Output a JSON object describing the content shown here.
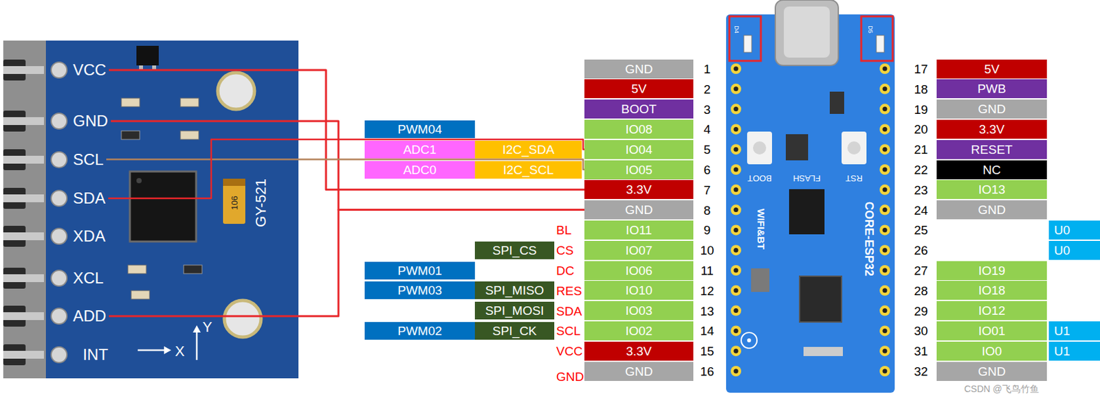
{
  "diagram": {
    "nodes": [
      {
        "text": [
          "VCC"
        ]
      },
      {
        "text": [
          "GND"
        ]
      },
      {
        "text": [
          "SCL"
        ]
      },
      {
        "text": [
          "SDA"
        ]
      },
      {
        "text": [
          "XDA"
        ]
      },
      {
        "text": [
          "XCL"
        ]
      },
      {
        "text": [
          "ADD"
        ]
      },
      {
        "text": [
          "INT"
        ]
      },
      {
        "text": [
          "PWM04"
        ]
      },
      {
        "text": [
          "ADC1"
        ]
      },
      {
        "text": [
          "I2C_SDA"
        ]
      },
      {
        "text": [
          "ADC0"
        ]
      },
      {
        "text": [
          "I2C_SCL"
        ]
      },
      {
        "text": [
          "SPI_CS"
        ]
      },
      {
        "text": [
          "PWM01"
        ]
      },
      {
        "text": [
          "PWM03"
        ]
      },
      {
        "text": [
          "SPI_MISO"
        ]
      },
      {
        "text": [
          "SPI_MOSI"
        ]
      },
      {
        "text": [
          "PWM02"
        ]
      },
      {
        "text": [
          "SPI_CK"
        ]
      },
      {
        "text": [
          "GND"
        ]
      },
      {
        "text": [
          "5V"
        ]
      },
      {
        "text": [
          "BOOT"
        ]
      },
      {
        "text": [
          "IO08"
        ]
      },
      {
        "text": [
          "IO04"
        ]
      },
      {
        "text": [
          "IO05"
        ]
      },
      {
        "text": [
          "3.3V"
        ]
      },
      {
        "text": [
          "GND"
        ]
      },
      {
        "text": [
          "IO11"
        ]
      },
      {
        "text": [
          "IO07"
        ]
      },
      {
        "text": [
          "IO06"
        ]
      },
      {
        "text": [
          "IO10"
        ]
      },
      {
        "text": [
          "IO03"
        ]
      },
      {
        "text": [
          "IO02"
        ]
      },
      {
        "text": [
          "3.3V"
        ]
      },
      {
        "text": [
          "GND"
        ]
      },
      {
        "text": [
          "5V"
        ]
      },
      {
        "text": [
          "PWB"
        ]
      },
      {
        "text": [
          "GND"
        ]
      },
      {
        "text": [
          "3.3V"
        ]
      },
      {
        "text": [
          "RESET"
        ]
      },
      {
        "text": [
          "NC"
        ]
      },
      {
        "text": [
          "IO13"
        ]
      },
      {
        "text": [
          "GND"
        ]
      },
      {
        "text": [
          "IO19"
        ]
      },
      {
        "text": [
          "IO18"
        ]
      },
      {
        "text": [
          "IO12"
        ]
      },
      {
        "text": [
          "IO01"
        ]
      },
      {
        "text": [
          "IO0"
        ]
      },
      {
        "text": [
          "GND"
        ]
      },
      {
        "text": [
          "U0"
        ]
      },
      {
        "text": [
          "U0"
        ]
      },
      {
        "text": [
          "U1"
        ]
      },
      {
        "text": [
          "U1"
        ]
      }
    ],
    "edges": [
      {
        "from": 0,
        "to": 26,
        "arrow": "none"
      },
      {
        "from": 1,
        "to": 27,
        "arrow": "none"
      },
      {
        "from": 2,
        "to": 25,
        "arrow": "none"
      },
      {
        "from": 3,
        "to": 24,
        "arrow": "none"
      },
      {
        "from": 6,
        "to": 27,
        "arrow": "none"
      }
    ],
    "labels": [
      "GY-521",
      "106",
      "X",
      "Y",
      "BL",
      "CS",
      "DC",
      "RES",
      "SDA",
      "SCL",
      "VCC",
      "GND",
      "1",
      "2",
      "3",
      "4",
      "5",
      "6",
      "7",
      "8",
      "9",
      "10",
      "11",
      "12",
      "13",
      "14",
      "15",
      "16",
      "17",
      "18",
      "19",
      "20",
      "21",
      "22",
      "23",
      "24",
      "25",
      "26",
      "27",
      "28",
      "29",
      "30",
      "31",
      "32",
      "BOOT",
      "FLASH",
      "RST",
      "WIFI&BT",
      "CORE-ESP32",
      "D4",
      "D5",
      "CSDN @飞鸟竹鱼"
    ]
  }
}
